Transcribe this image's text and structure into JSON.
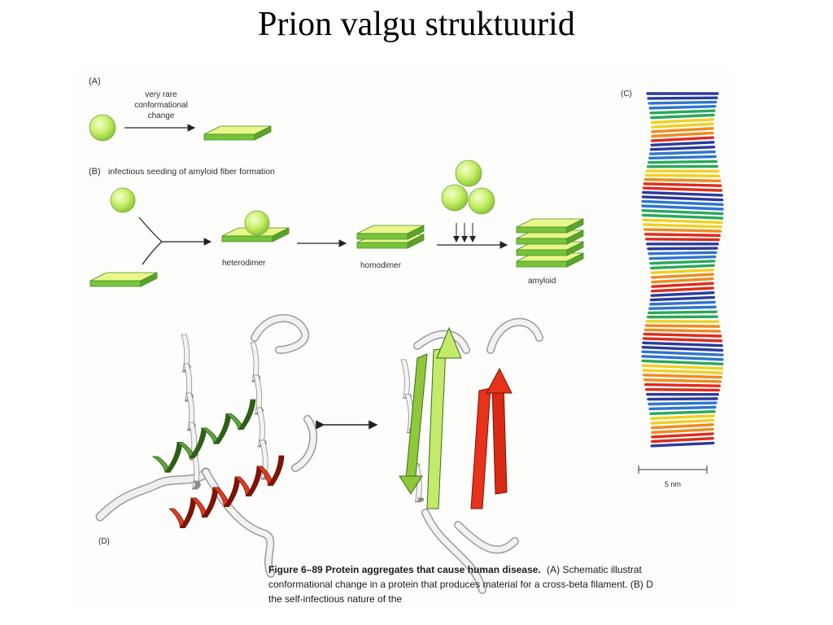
{
  "slide": {
    "title": "Prion valgu struktuurid"
  },
  "figure": {
    "panels": {
      "a": "(A)",
      "b": "(B)",
      "c": "(C)",
      "d": "(D)"
    },
    "panel_a": {
      "arrow_text": [
        "very rare",
        "conformational",
        "change"
      ]
    },
    "panel_b": {
      "heading": "infectious seeding of amyloid fiber formation",
      "labels": {
        "heterodimer": "heterodimer",
        "homodimer": "homodimer",
        "amyloid": "amyloid"
      }
    },
    "panel_c": {
      "scale_bar": "5 nm"
    },
    "caption": {
      "line1_bold": "Figure 6–89 Protein aggregates that cause human disease.",
      "line1_rest": "(A) Schematic illustrat",
      "line2": "conformational change in a protein that produces material for a cross-beta filament. (B) D",
      "line3": "the self-infectious nature of the"
    },
    "colors": {
      "sphere": "#c9ef6a",
      "sheet_top": "#e9f78a",
      "sheet_side": "#78c33c",
      "helix_green": "#5ea83a",
      "helix_red": "#e03b1f",
      "strand_lime": "#b7e35c",
      "strand_red": "#e8321a"
    }
  }
}
